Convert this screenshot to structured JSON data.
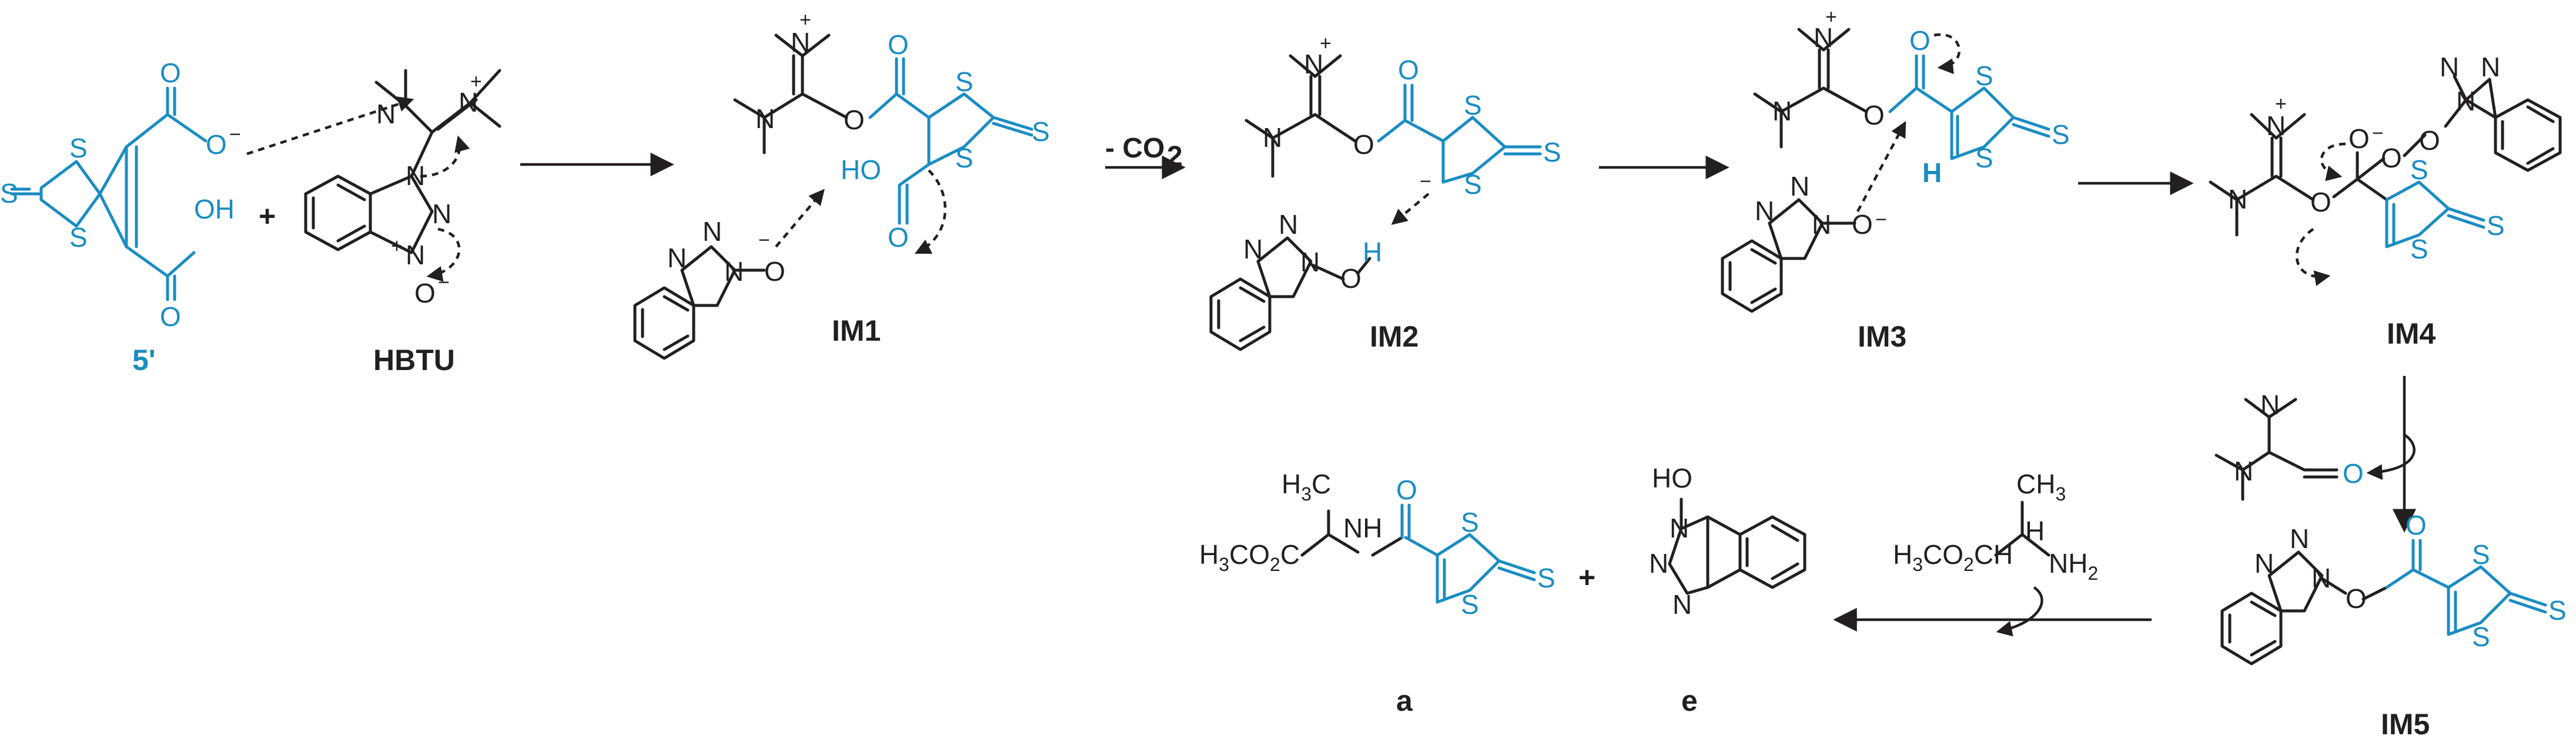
{
  "labels": {
    "reactant_acid": "5'",
    "reagent": "HBTU",
    "im1": "IM1",
    "im2": "IM2",
    "im3": "IM3",
    "im4": "IM4",
    "im5": "IM5",
    "product_a": "a",
    "product_e": "e"
  },
  "operators": {
    "plus_1": "+",
    "plus_2": "+"
  },
  "conditions": {
    "decarboxylation": "- CO",
    "decarboxylation_subscript": "2"
  },
  "atoms": {
    "S": "S",
    "O": "O",
    "N": "N",
    "H": "H",
    "OH": "OH",
    "HO": "HO",
    "NH": "NH",
    "NH2": "NH",
    "H3C": "H",
    "CH3": "CH",
    "H3CO2C": "H",
    "sub3": "3",
    "sub2": "2",
    "CO": "CO",
    "plus": "+",
    "minus": "−"
  },
  "colors": {
    "reacting_fragment": "#1a8cc3",
    "structure": "#231f20",
    "background": "#ffffff"
  }
}
